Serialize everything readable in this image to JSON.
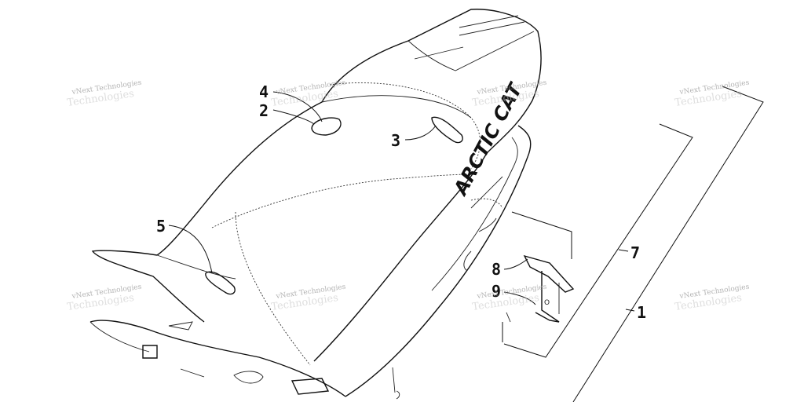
{
  "callouts": {
    "c4": "4",
    "c2": "2",
    "c3": "3",
    "c5": "5",
    "c8": "8",
    "c9": "9",
    "c7": "7",
    "c1": "1"
  },
  "seat_logo": "ARCTIC CAT",
  "bracket_mark": "O",
  "watermark": {
    "line1": "vNext Technologies",
    "line2": "Technologies"
  }
}
